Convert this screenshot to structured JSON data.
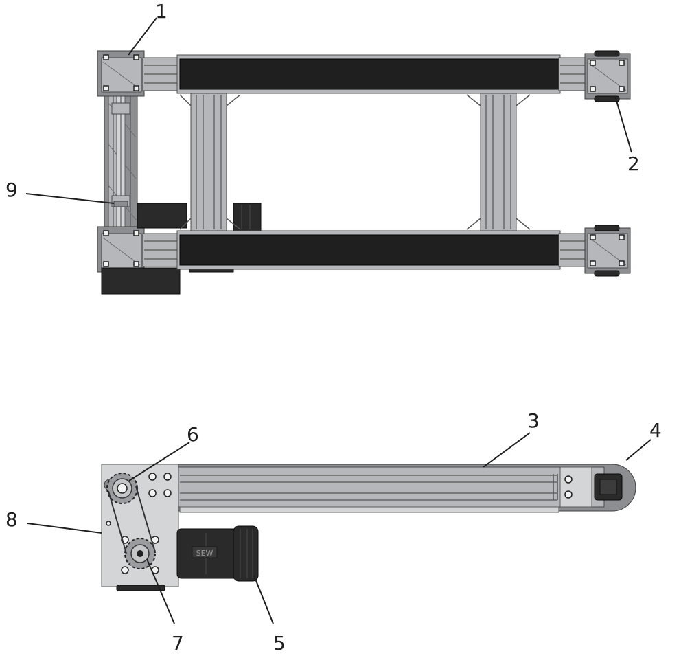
{
  "callouts": [
    {
      "id": "1",
      "label": "1"
    },
    {
      "id": "2",
      "label": "2"
    },
    {
      "id": "3",
      "label": "3"
    },
    {
      "id": "4",
      "label": "4"
    },
    {
      "id": "5",
      "label": "5"
    },
    {
      "id": "6",
      "label": "6"
    },
    {
      "id": "7",
      "label": "7"
    },
    {
      "id": "8",
      "label": "8"
    },
    {
      "id": "9",
      "label": "9"
    }
  ],
  "motor_badge": "SEW",
  "colors": {
    "aluminium": "#b5b7ba",
    "belt": "#1f1f1f",
    "motor": "#2a2a2a",
    "leader": "#1e1e1e"
  }
}
